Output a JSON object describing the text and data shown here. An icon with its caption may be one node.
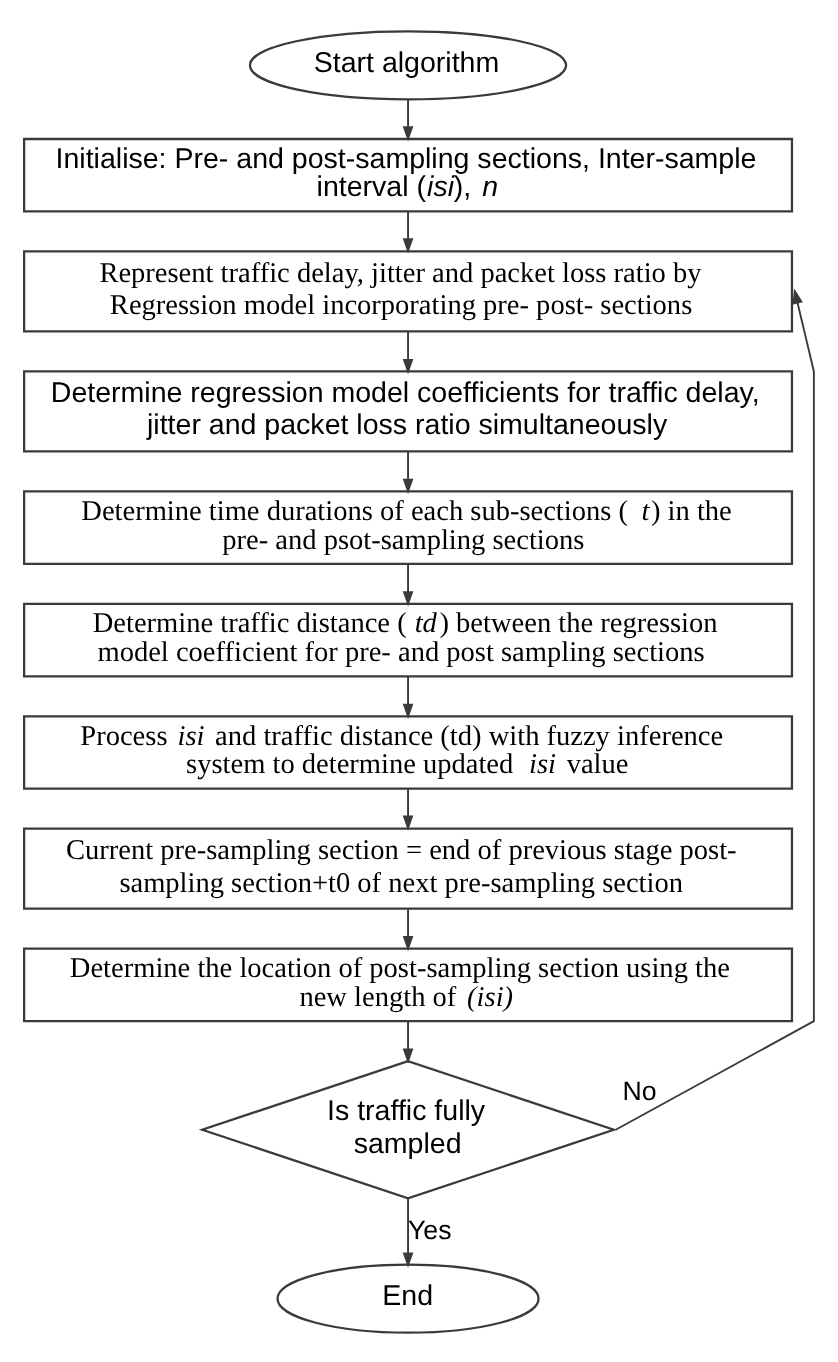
{
  "diagram": {
    "nodes": [
      {
        "text": [
          "Start algorithm"
        ]
      },
      {
        "text": [
          "Initialise: Pre- and post-sampling sections, Inter-sample interval (*isi*), *n*"
        ]
      },
      {
        "text": [
          "Represent traffic delay, jitter and packet loss ratio by Regression model incorporating pre- post- sections"
        ]
      },
      {
        "text": [
          "Determine regression model coefficients for traffic delay, jitter and packet loss ratio simultaneously"
        ]
      },
      {
        "text": [
          "Determine time durations of each sub-sections (*t*) in the pre- and psot-sampling sections"
        ]
      },
      {
        "text": [
          "Determine traffic distance (*td*) between the regression model coefficient for pre- and post sampling sections"
        ]
      },
      {
        "text": [
          "Process *isi* and traffic distance (td) with fuzzy inference system to determine updated *isi* value"
        ]
      },
      {
        "text": [
          "Current pre-sampling section = end of previous stage post-sampling section+t0 of next pre-sampling section"
        ]
      },
      {
        "text": [
          "Determine the location of post-sampling section using the new length of *(isi)*"
        ]
      },
      {
        "text": [
          "Is traffic fully sampled"
        ]
      },
      {
        "text": [
          "End"
        ]
      }
    ],
    "edges": [
      {
        "from": 0,
        "to": 1,
        "arrow": "to"
      },
      {
        "from": 1,
        "to": 2,
        "arrow": "to"
      },
      {
        "from": 2,
        "to": 3,
        "arrow": "to"
      },
      {
        "from": 3,
        "to": 4,
        "arrow": "to"
      },
      {
        "from": 4,
        "to": 5,
        "arrow": "to"
      },
      {
        "from": 5,
        "to": 6,
        "arrow": "to"
      },
      {
        "from": 6,
        "to": 7,
        "arrow": "to"
      },
      {
        "from": 7,
        "to": 8,
        "arrow": "to"
      },
      {
        "from": 8,
        "to": 9,
        "arrow": "to"
      },
      {
        "from": 9,
        "to": 10,
        "arrow": "to",
        "label": "Yes"
      },
      {
        "from": 9,
        "to": 2,
        "arrow": "to",
        "label": "No"
      }
    ]
  }
}
